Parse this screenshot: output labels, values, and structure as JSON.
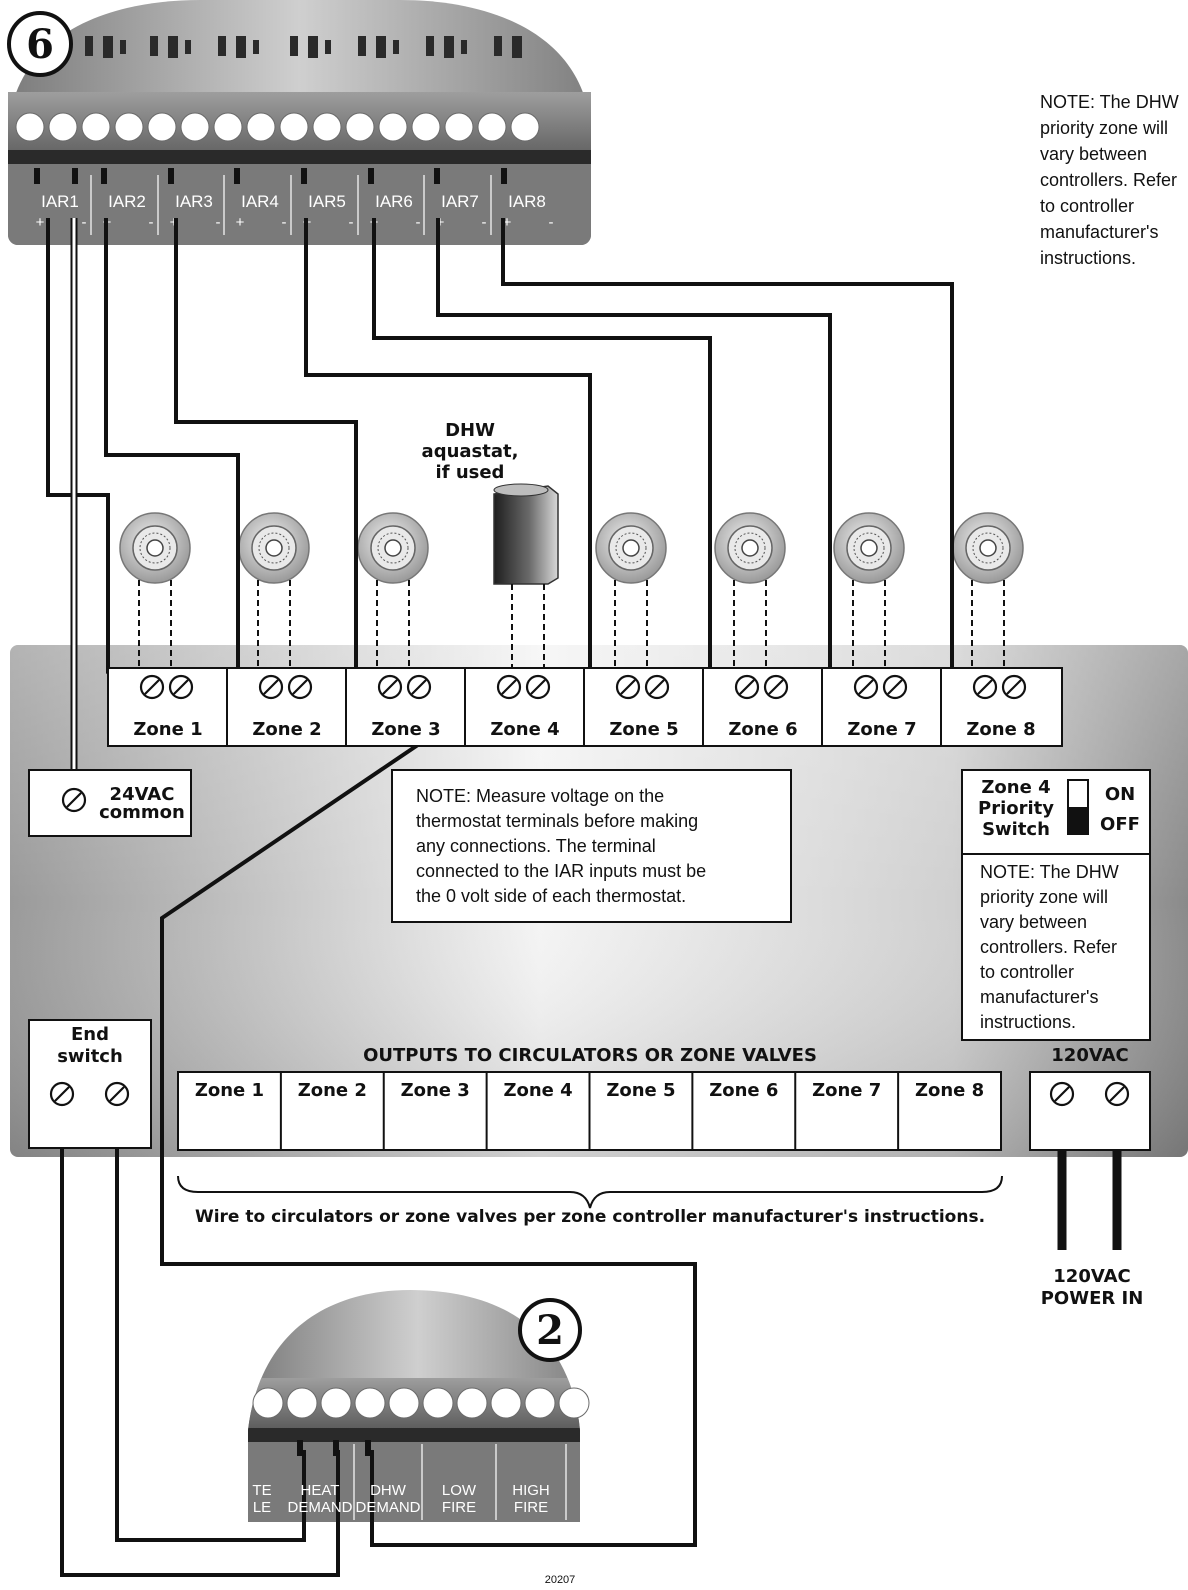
{
  "controller_label": "6",
  "boiler_label": "2",
  "iar_terminals": [
    "IAR1",
    "IAR2",
    "IAR3",
    "IAR4",
    "IAR5",
    "IAR6",
    "IAR7",
    "IAR8"
  ],
  "plus_sign": "+",
  "minus_sign": "-",
  "top_note": "NOTE: The DHW priority zone will vary between controllers. Refer to controller manufacturer's instructions.",
  "dhw_aquastat": {
    "line1": "DHW",
    "line2": "aquastat,",
    "line3": "if used"
  },
  "zones": [
    "Zone 1",
    "Zone 2",
    "Zone 3",
    "Zone 4",
    "Zone 5",
    "Zone 6",
    "Zone 7",
    "Zone 8"
  ],
  "common": {
    "line1": "24VAC",
    "line2": "common"
  },
  "voltage_note": {
    "line1": "NOTE: Measure voltage on the",
    "line2": "thermostat terminals before making",
    "line3": "any connections. The terminal",
    "line4": "connected to the IAR inputs must be",
    "line5": "the 0 volt side of each thermostat."
  },
  "priority_switch": {
    "line1": "Zone 4",
    "line2": "Priority",
    "line3": "Switch",
    "on": "ON",
    "off": "OFF"
  },
  "side_note": {
    "line1": "NOTE: The DHW",
    "line2": "priority zone will",
    "line3": "vary between",
    "line4": "controllers. Refer",
    "line5": "to controller",
    "line6": "manufacturer's",
    "line7": "instructions."
  },
  "end_switch": {
    "line1": "End",
    "line2": "switch"
  },
  "outputs_title": "OUTPUTS TO CIRCULATORS OR ZONE VALVES",
  "power_label": "120VAC",
  "wire_instruction": "Wire to circulators or zone valves per zone controller manufacturer's instructions.",
  "power_in": {
    "line1": "120VAC",
    "line2": "POWER IN"
  },
  "boiler_terminals": {
    "partial_a": "TE",
    "partial_b": "LE",
    "heat_1": "HEAT",
    "heat_2": "DEMAND",
    "dhw_1": "DHW",
    "dhw_2": "DEMAND",
    "low_1": "LOW",
    "low_2": "FIRE",
    "high_1": "HIGH",
    "high_2": "FIRE"
  },
  "figure_code": "20207",
  "colors": {
    "panel_dark": "#8f8f8f",
    "panel_light": "#f2f2f2",
    "wire": "#111111",
    "box": "#ffffff"
  }
}
